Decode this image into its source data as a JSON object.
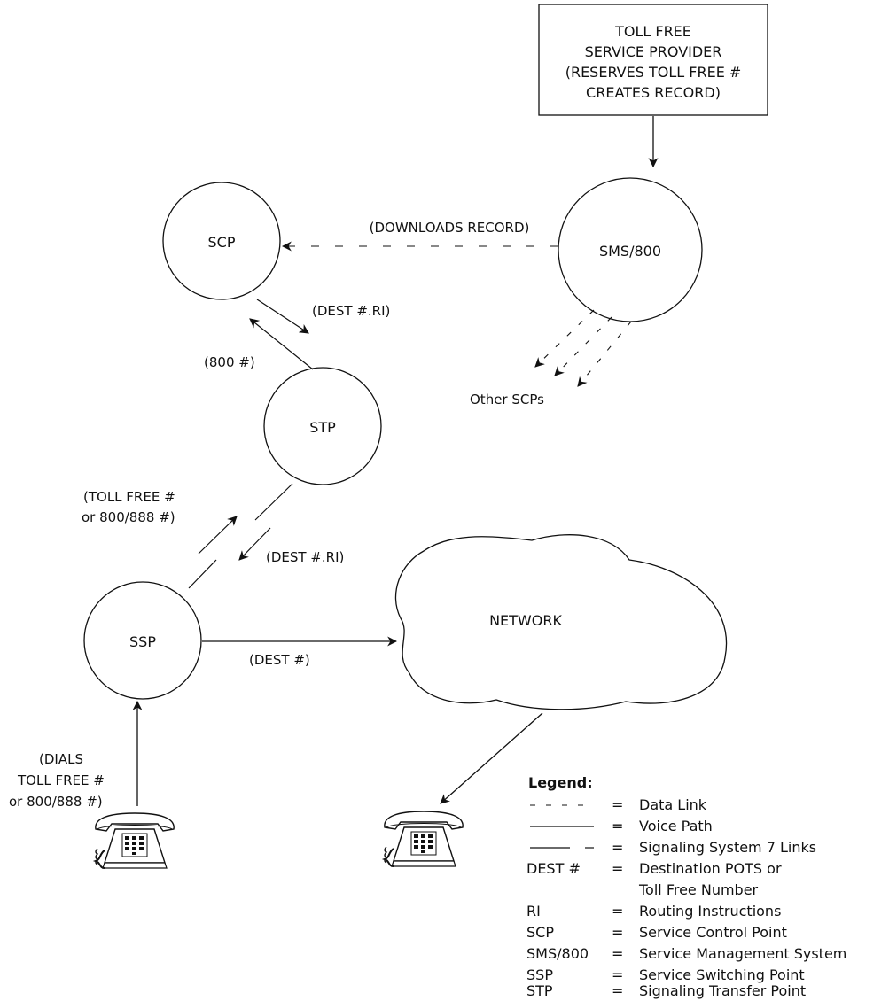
{
  "provider_box": {
    "lines": [
      "TOLL FREE",
      "SERVICE PROVIDER",
      "(RESERVES TOLL FREE #",
      "CREATES RECORD)"
    ]
  },
  "nodes": {
    "scp": "SCP",
    "sms": "SMS/800",
    "stp": "STP",
    "ssp": "SSP",
    "network": "NETWORK"
  },
  "edge_labels": {
    "downloads": "(DOWNLOADS RECORD)",
    "dest_ri_scp": "(DEST #.RI)",
    "n800": "(800 #)",
    "other_scps": "Other SCPs",
    "toll_free_line1": "(TOLL FREE #",
    "toll_free_line2": "or 800/888 #)",
    "dest_ri_stp": "(DEST #.RI)",
    "dest": "(DEST #)",
    "dials_line1": "(DIALS",
    "dials_line2": "TOLL FREE #",
    "dials_line3": "or 800/888 #)"
  },
  "legend": {
    "title": "Legend:",
    "entries": [
      {
        "key": "",
        "sep": "=",
        "value": "Data Link"
      },
      {
        "key": "",
        "sep": "=",
        "value": "Voice Path"
      },
      {
        "key": "",
        "sep": "=",
        "value": "Signaling System 7 Links"
      },
      {
        "key": "DEST #",
        "sep": "=",
        "value": "Destination POTS or"
      },
      {
        "key": "",
        "sep": "",
        "value": "Toll Free Number"
      },
      {
        "key": "RI",
        "sep": "=",
        "value": "Routing Instructions"
      },
      {
        "key": "SCP",
        "sep": "=",
        "value": "Service Control Point"
      },
      {
        "key": "SMS/800",
        "sep": "=",
        "value": "Service Management System"
      },
      {
        "key": "SSP",
        "sep": "=",
        "value": "Service Switching Point"
      },
      {
        "key": "STP",
        "sep": "=",
        "value": "Signaling Transfer Point"
      }
    ]
  },
  "icons": [
    "telephone-icon",
    "telephone-icon"
  ]
}
